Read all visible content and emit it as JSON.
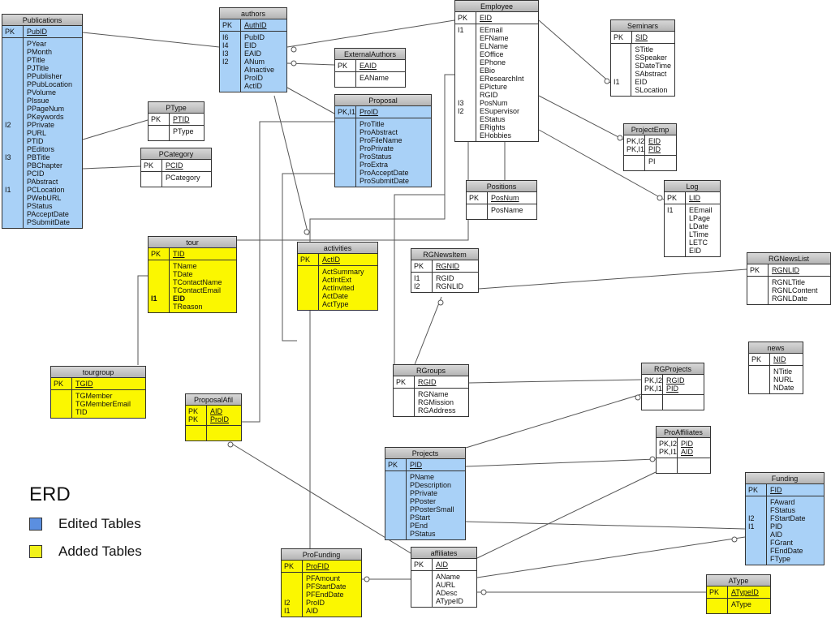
{
  "legend": {
    "title": "ERD",
    "items": [
      {
        "label": "Edited Tables",
        "color": "#5b8fe0"
      },
      {
        "label": "Added Tables",
        "color": "#f2f21a"
      }
    ]
  },
  "tables": [
    {
      "id": "publications",
      "name": "Publications",
      "kind": "edited",
      "pk": {
        "keys": "PK",
        "fields": "PubID"
      },
      "body": {
        "keys": "\n\n\n\n\n\n\n\n\n\nI2\n\n\n\nI3\n\n\n\nI1",
        "fields": "PYear\nPMonth\nPTitle\nPJTitle\nPPublisher\nPPubLocation\nPVolume\nPIssue\nPPageNum\nPKeywords\nPPrivate\nPURL\nPTID\nPEditors\nPBTitle\nPBChapter\nPCID\nPAbstract\nPCLocation\nPWebURL\nPStatus\nPAcceptDate\nPSubmitDate"
      }
    },
    {
      "id": "authors",
      "name": "authors",
      "kind": "edited",
      "pk": {
        "keys": "PK",
        "fields": "AuthID"
      },
      "body": {
        "keys": "I6\nI4\nI3\nI2",
        "fields": "PubID\nEID\nEAID\nANum\nAInactive\nProID\nActID"
      }
    },
    {
      "id": "employee",
      "name": "Employee",
      "kind": "plain",
      "pk": {
        "keys": "PK",
        "fields": "EID"
      },
      "body": {
        "keys": "I1\n\n\n\n\n\n\n\n\nI3\nI2",
        "fields": "EEmail\nEFName\nELName\nEOffice\nEPhone\nEBio\nEResearchInt\nEPicture\nRGID\nPosNum\nESupervisor\nEStatus\nERights\nEHobbies"
      }
    },
    {
      "id": "seminars",
      "name": "Seminars",
      "kind": "plain",
      "pk": {
        "keys": "PK",
        "fields": "SID"
      },
      "body": {
        "keys": "\n\n\n\nI1",
        "fields": "STitle\nSSpeaker\nSDateTime\nSAbstract\nEID\nSLocation"
      }
    },
    {
      "id": "externalauthors",
      "name": "ExternalAuthors",
      "kind": "plain",
      "pk": {
        "keys": "PK",
        "fields": "EAID"
      },
      "body": {
        "keys": "",
        "fields": "EAName"
      }
    },
    {
      "id": "proposal",
      "name": "Proposal",
      "kind": "edited",
      "pk": {
        "keys": "PK,I1",
        "fields": "ProID"
      },
      "body": {
        "keys": "",
        "fields": "ProTitle\nProAbstract\nProFileName\nProPrivate\nProStatus\nProExtra\nProAcceptDate\nProSubmitDate"
      }
    },
    {
      "id": "ptype",
      "name": "PType",
      "kind": "plain",
      "pk": {
        "keys": "PK",
        "fields": "PTID"
      },
      "body": {
        "keys": "",
        "fields": "PType"
      }
    },
    {
      "id": "pcategory",
      "name": "PCategory",
      "kind": "plain",
      "pk": {
        "keys": "PK",
        "fields": "PCID"
      },
      "body": {
        "keys": "",
        "fields": "PCategory"
      }
    },
    {
      "id": "projectemp",
      "name": "ProjectEmp",
      "kind": "plain",
      "pk": {
        "keys": "PK,I2\nPK,I1",
        "fields": "EID\nPID"
      },
      "body": {
        "keys": "",
        "fields": "PI"
      }
    },
    {
      "id": "log",
      "name": "Log",
      "kind": "plain",
      "pk": {
        "keys": "PK",
        "fields": "LID"
      },
      "body": {
        "keys": "I1",
        "fields": "EEmail\nLPage\nLDate\nLTime\nLETC\nEID"
      }
    },
    {
      "id": "positions",
      "name": "Positions",
      "kind": "plain",
      "pk": {
        "keys": "PK",
        "fields": "PosNum"
      },
      "body": {
        "keys": "",
        "fields": "PosName"
      }
    },
    {
      "id": "tour",
      "name": "tour",
      "kind": "added",
      "pk": {
        "keys": "PK",
        "fields": "TID"
      },
      "body": {
        "keys": "\n\n\n\nI1",
        "fields": "TName\nTDate\nTContactName\nTContactEmail\nEID\nTReason",
        "bold_line": "EID"
      }
    },
    {
      "id": "activities",
      "name": "activities",
      "kind": "added",
      "pk": {
        "keys": "PK",
        "fields": "ActID"
      },
      "body": {
        "keys": "",
        "fields": "ActSummary\nActIntExt\nActInvited\nActDate\nActType"
      }
    },
    {
      "id": "rgnewsitem",
      "name": "RGNewsItem",
      "kind": "plain",
      "pk": {
        "keys": "PK",
        "fields": "RGNID"
      },
      "body": {
        "keys": "I1\nI2",
        "fields": "RGID\nRGNLID"
      }
    },
    {
      "id": "rgnewslist",
      "name": "RGNewsList",
      "kind": "plain",
      "pk": {
        "keys": "PK",
        "fields": "RGNLID"
      },
      "body": {
        "keys": "",
        "fields": "RGNLTitle\nRGNLContent\nRGNLDate"
      }
    },
    {
      "id": "news",
      "name": "news",
      "kind": "plain",
      "pk": {
        "keys": "PK",
        "fields": "NID"
      },
      "body": {
        "keys": "",
        "fields": "NTitle\nNURL\nNDate"
      }
    },
    {
      "id": "tourgroup",
      "name": "tourgroup",
      "kind": "added",
      "pk": {
        "keys": "PK",
        "fields": "TGID"
      },
      "body": {
        "keys": "",
        "fields": "TGMember\nTGMemberEmail\nTID"
      }
    },
    {
      "id": "proposalafil",
      "name": "ProposalAfil",
      "kind": "added",
      "pk": {
        "keys": "PK\nPK",
        "fields": "AID\nProID"
      },
      "body": {
        "keys": "",
        "fields": ""
      }
    },
    {
      "id": "rgroups",
      "name": "RGroups",
      "kind": "plain",
      "pk": {
        "keys": "PK",
        "fields": "RGID"
      },
      "body": {
        "keys": "",
        "fields": "RGName\nRGMission\nRGAddress"
      }
    },
    {
      "id": "rgprojects",
      "name": "RGProjects",
      "kind": "plain",
      "pk": {
        "keys": "PK,I2\nPK,I1",
        "fields": "RGID\nPID"
      },
      "body": {
        "keys": "",
        "fields": ""
      }
    },
    {
      "id": "proaffiliates",
      "name": "ProAffiliates",
      "kind": "plain",
      "pk": {
        "keys": "PK,I2\nPK,I1",
        "fields": "PID\nAID"
      },
      "body": {
        "keys": "",
        "fields": ""
      }
    },
    {
      "id": "projects",
      "name": "Projects",
      "kind": "edited",
      "pk": {
        "keys": "PK",
        "fields": "PID"
      },
      "body": {
        "keys": "",
        "fields": "PName\nPDescription\nPPrivate\nPPoster\nPPosterSmall\nPStart\nPEnd\nPStatus"
      }
    },
    {
      "id": "funding",
      "name": "Funding",
      "kind": "edited",
      "pk": {
        "keys": "PK",
        "fields": "FID"
      },
      "body": {
        "keys": "\n\nI2\nI1",
        "fields": "FAward\nFStatus\nFStartDate\nPID\nAID\nFGrant\nFEndDate\nFType"
      }
    },
    {
      "id": "profunding",
      "name": "ProFunding",
      "kind": "added",
      "pk": {
        "keys": "PK",
        "fields": "ProFID"
      },
      "body": {
        "keys": "\n\n\nI2\nI1",
        "fields": "PFAmount\nPFStartDate\nPFEndDate\nProID\nAID"
      }
    },
    {
      "id": "affiliates",
      "name": "affiliates",
      "kind": "plain",
      "pk": {
        "keys": "PK",
        "fields": "AID"
      },
      "body": {
        "keys": "",
        "fields": "AName\nAURL\nADesc\nATypeID"
      }
    },
    {
      "id": "atype",
      "name": "AType",
      "kind": "added",
      "pk": {
        "keys": "PK",
        "fields": "ATypeID"
      },
      "body": {
        "keys": "",
        "fields": "AType"
      }
    }
  ]
}
